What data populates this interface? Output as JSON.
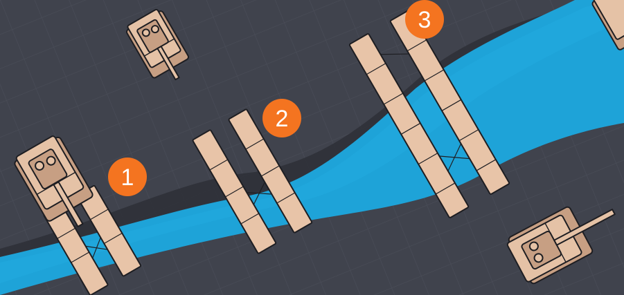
{
  "markers": [
    "1",
    "2",
    "3"
  ],
  "colors": {
    "ground": "#40434d",
    "grid": "#4b4e59",
    "river": "#1ea3d8",
    "river_bank_shadow": "#2f3139",
    "tank": "#e5c2a6",
    "bridge": "#e8c4a8",
    "marker": "#f47420"
  },
  "icons": {
    "marker": "numbered-orange-circle",
    "vehicle": "tank-icon",
    "bridge": "pontoon-bridge-icon"
  }
}
